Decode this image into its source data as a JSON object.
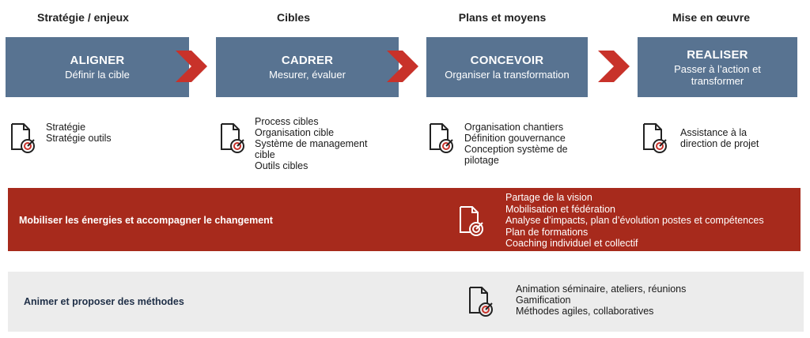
{
  "phases": [
    {
      "header": "Stratégie / enjeux",
      "title": "ALIGNER",
      "subtitle": "Définir la cible",
      "items": [
        "Stratégie",
        "Stratégie  outils"
      ]
    },
    {
      "header": "Cibles",
      "title": "CADRER",
      "subtitle": "Mesurer, évaluer",
      "items": [
        "Process cibles",
        "Organisation cible",
        "Système de management",
        "cible",
        "Outils cibles"
      ]
    },
    {
      "header": "Plans et moyens",
      "title": "CONCEVOIR",
      "subtitle": "Organiser la transformation",
      "items": [
        "Organisation chantiers",
        "Définition gouvernance",
        "Conception système de",
        "pilotage"
      ]
    },
    {
      "header": "Mise en œuvre",
      "title": "REALISER",
      "subtitle_lines": [
        "Passer à l’action et",
        "transformer"
      ],
      "items": [
        "Assistance à la",
        "direction de projet"
      ]
    }
  ],
  "band_mobiliser": {
    "title": "Mobiliser les énergies et accompagner le changement",
    "items": [
      "Partage de la vision",
      "Mobilisation et fédération",
      "Analyse d’impacts, plan d’évolution postes et compétences",
      "Plan de formations",
      "Coaching individuel et collectif"
    ]
  },
  "band_animer": {
    "title": "Animer et proposer des méthodes",
    "items": [
      "Animation séminaire, ateliers, réunions",
      "Gamification",
      "Méthodes agiles, collaboratives"
    ]
  },
  "icons": {
    "phase_arrow": "chevron-right-icon",
    "document_target": "document-target-icon"
  },
  "colors": {
    "phase_box": "#587391",
    "arrow": "#c8322a",
    "band_red": "#a72a1c",
    "band_grey": "#ececec"
  }
}
